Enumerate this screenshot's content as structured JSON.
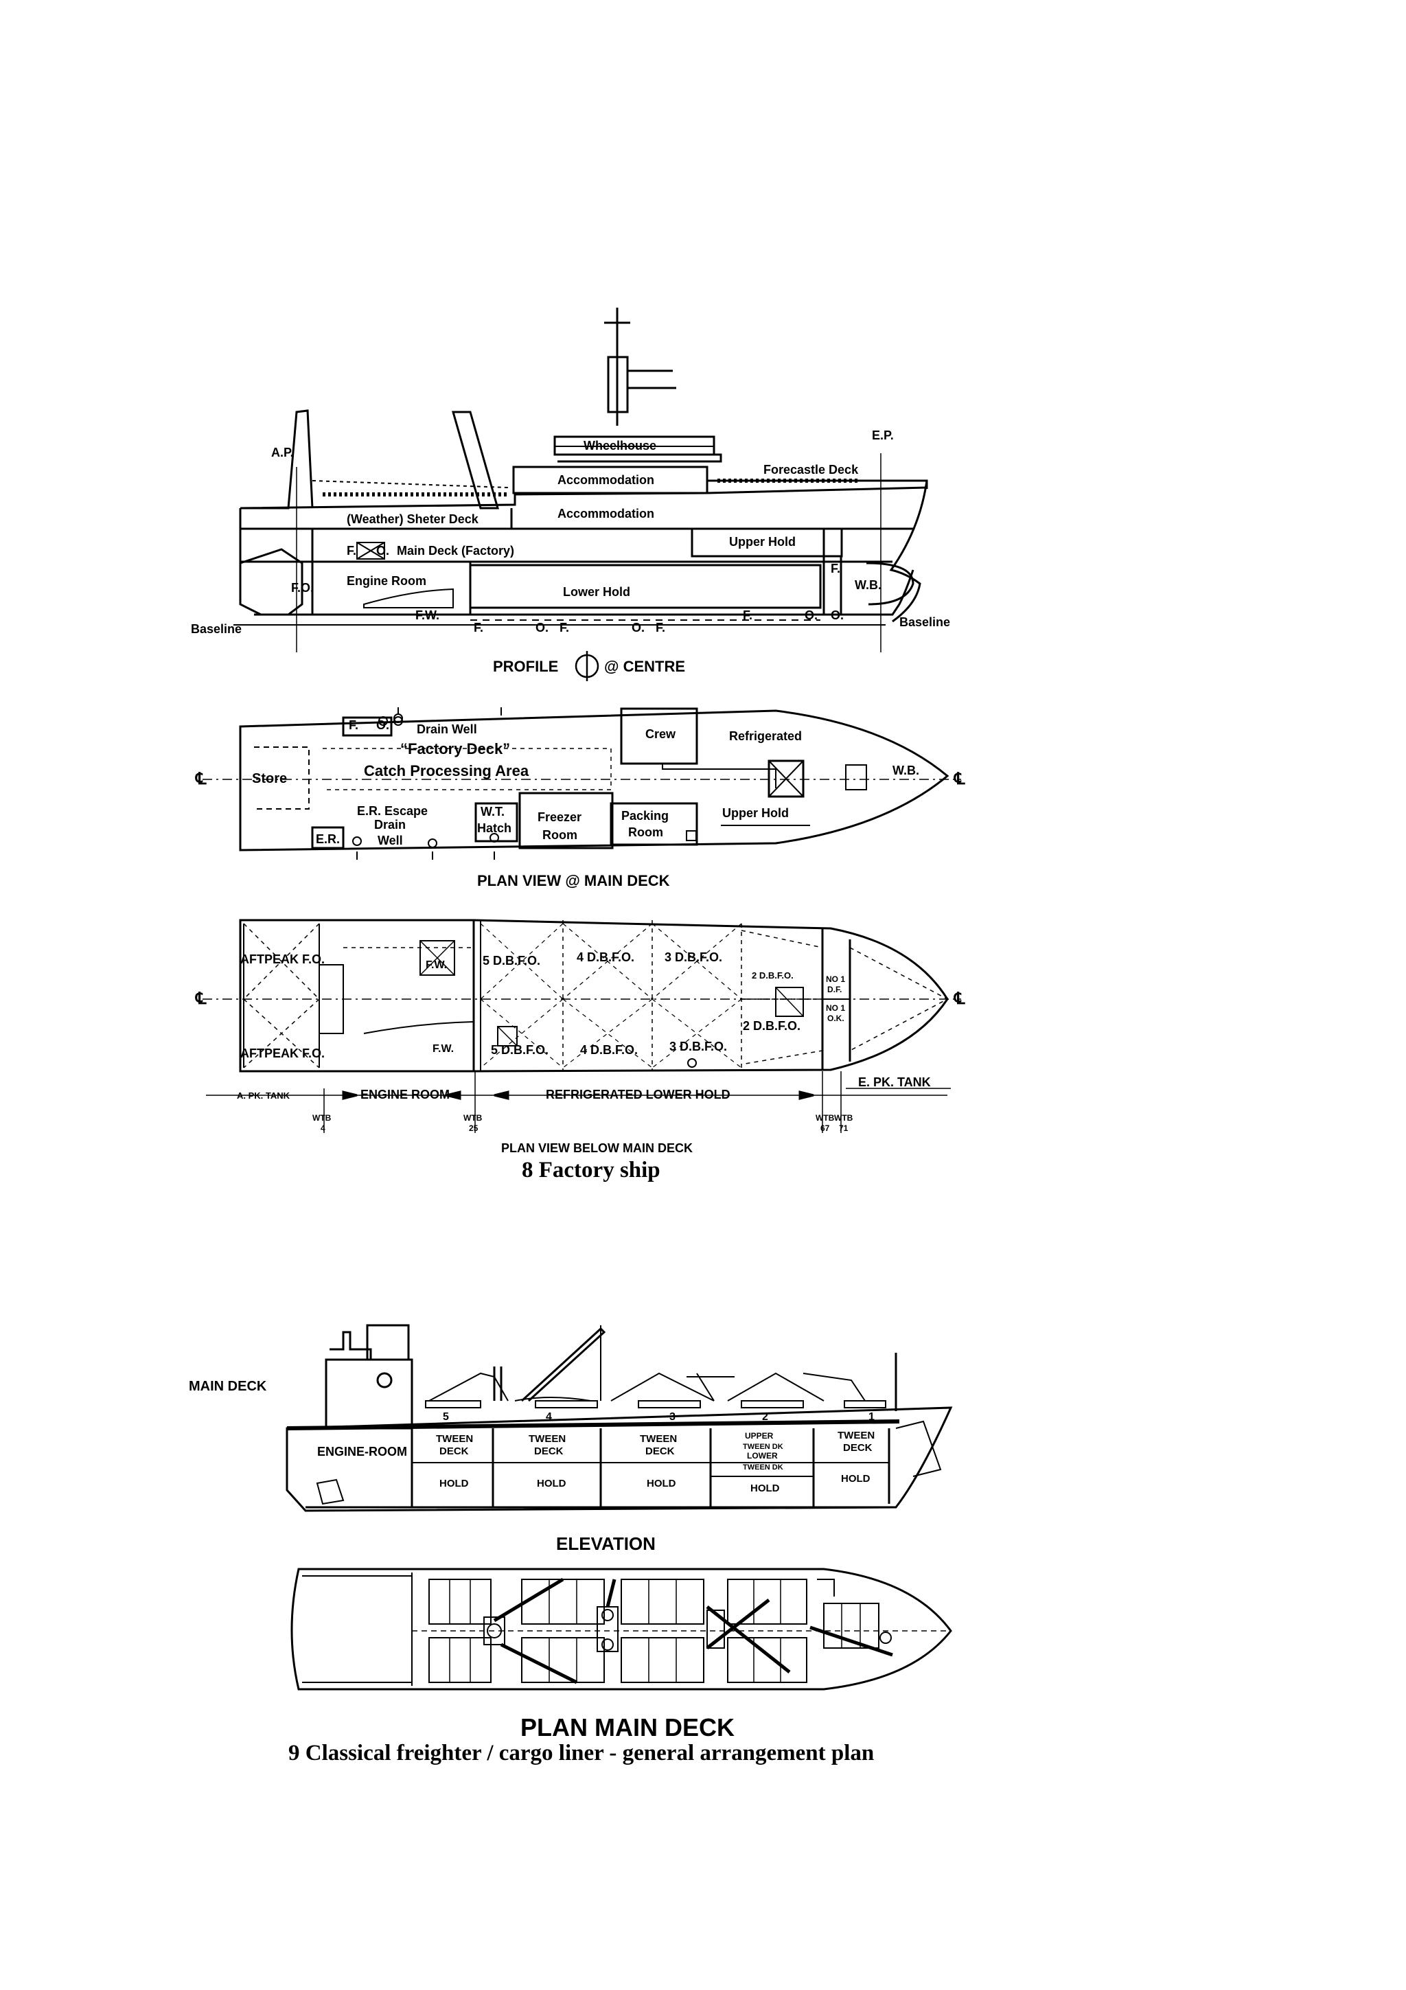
{
  "figure8": {
    "caption": "8 Factory ship",
    "profile": {
      "title": "PROFILE",
      "title_suffix": "@ CENTRE",
      "labels": {
        "ap": "A.P.",
        "ep": "E.P.",
        "wheelhouse": "Wheelhouse",
        "accommodation_upper": "Accommodation",
        "accommodation_lower": "Accommodation",
        "forecastle_deck": "Forecastle Deck",
        "shelter_deck": "(Weather) Sheter Deck",
        "main_deck": "Main Deck (Factory)",
        "fo_main": "F.",
        "fo_main_o": "O.",
        "upper_hold": "Upper Hold",
        "engine_room": "Engine Room",
        "fo_aft": "F.O.",
        "fw": "F.W.",
        "lower_hold": "Lower Hold",
        "wb": "W.B.",
        "f_fwd": "F.",
        "baseline_left": "Baseline",
        "baseline_right": "Baseline",
        "f_bot1": "F.",
        "o_bot1": "O.",
        "f_bot2": "F.",
        "o_bot2": "O.",
        "f_bot3": "F.",
        "f_bot4": "F.",
        "o_bot3": "O.",
        "o_bot4": "O."
      }
    },
    "main_deck_plan": {
      "title": "PLAN VIEW @ MAIN DECK",
      "labels": {
        "fo_f": "F.",
        "fo_o": "O.",
        "drain_well_top": "Drain Well",
        "factory_deck": "“Factory Deck”",
        "catch_processing": "Catch Processing Area",
        "store": "Store",
        "crew": "Crew",
        "refrigerated": "Refrigerated",
        "wb": "W.B.",
        "upper_hold": "Upper Hold",
        "er_escape": "E.R. Escape",
        "drain": "Drain",
        "well": "Well",
        "wt": "W.T.",
        "hatch": "Hatch",
        "freezer": "Freezer",
        "room1": "Room",
        "packing": "Packing",
        "room2": "Room",
        "er": "E.R.",
        "cl_left": "℄",
        "cl_right": "℄"
      }
    },
    "below_deck_plan": {
      "title": "PLAN VIEW BELOW MAIN  DECK",
      "labels": {
        "aftpeak_port": "AFTPEAK F.O.",
        "aftpeak_stbd": "AFTPEAK F.O.",
        "fw_port": "F.W.",
        "fw_stbd": "F.W.",
        "dbfo5_port": "5 D.B.F.O.",
        "dbfo4_port": "4 D.B.F.O.",
        "dbfo3_port": "3 D.B.F.O.",
        "dbfo2_port": "2 D.B.F.O.",
        "dbfo5_stbd": "5 D.B.F.O.",
        "dbfo4_stbd": "4 D.B.F.O.",
        "dbfo3_stbd": "3 D.B.F.O.",
        "dbfo2_stbd": "2 D.B.F.O.",
        "no1_df_a": "NO 1",
        "no1_df_b": "D.F.",
        "no1_ok_a": "NO 1",
        "no1_ok_b": "O.K.",
        "a_pk_tank": "A. PK. TANK",
        "engine_room": "ENGINE ROOM",
        "refrigerated_lower_hold": "REFRIGERATED LOWER HOLD",
        "e_pk_tank": "E. PK. TANK",
        "wtb": "WTB",
        "wtb_4": "4",
        "wtb_25": "25",
        "wtb_67": "67",
        "wtb_71": "71",
        "cl_left": "℄",
        "cl_right": "℄"
      }
    }
  },
  "figure9": {
    "caption": "9 Classical freighter / cargo liner - general arrangement plan",
    "elevation": {
      "title": "ELEVATION",
      "main_deck_label": "MAIN DECK",
      "engine_room": "ENGINE-ROOM",
      "hatch_numbers": [
        "5",
        "4",
        "3",
        "2",
        "1"
      ],
      "tween_deck": "TWEEN",
      "deck": "DECK",
      "hold": "HOLD",
      "upper": "UPPER",
      "tween_dk": "TWEEN DK",
      "lower": "LOWER"
    },
    "plan": {
      "title": "PLAN MAIN DECK"
    }
  },
  "colors": {
    "ink": "#000000",
    "paper": "#ffffff"
  }
}
